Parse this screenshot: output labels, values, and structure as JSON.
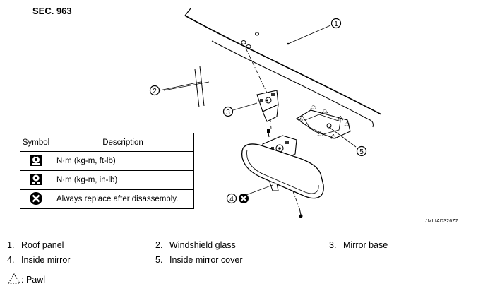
{
  "section_label": "SEC. 963",
  "figure_code": "JMLIAD326ZZ",
  "callouts": [
    {
      "number": "1",
      "part": "roof-panel"
    },
    {
      "number": "2",
      "part": "windshield-glass"
    },
    {
      "number": "3",
      "part": "mirror-base"
    },
    {
      "number": "4",
      "part": "inside-mirror"
    },
    {
      "number": "5",
      "part": "inside-mirror-cover"
    }
  ],
  "symbol_table": {
    "header_symbol": "Symbol",
    "header_description": "Description",
    "rows": [
      {
        "icon": "torque-wrench-icon",
        "description": "N·m (kg-m, ft-lb)"
      },
      {
        "icon": "torque-wrench-small-icon",
        "description": "N·m (kg-m, in-lb)"
      },
      {
        "icon": "replace-x-icon",
        "description": "Always replace after disassembly."
      }
    ]
  },
  "legend": [
    {
      "number": "1.",
      "label": "Roof panel"
    },
    {
      "number": "2.",
      "label": "Windshield glass"
    },
    {
      "number": "3.",
      "label": "Mirror base"
    },
    {
      "number": "4.",
      "label": "Inside mirror"
    },
    {
      "number": "5.",
      "label": "Inside mirror cover"
    }
  ],
  "pawl_note": ": Pawl"
}
